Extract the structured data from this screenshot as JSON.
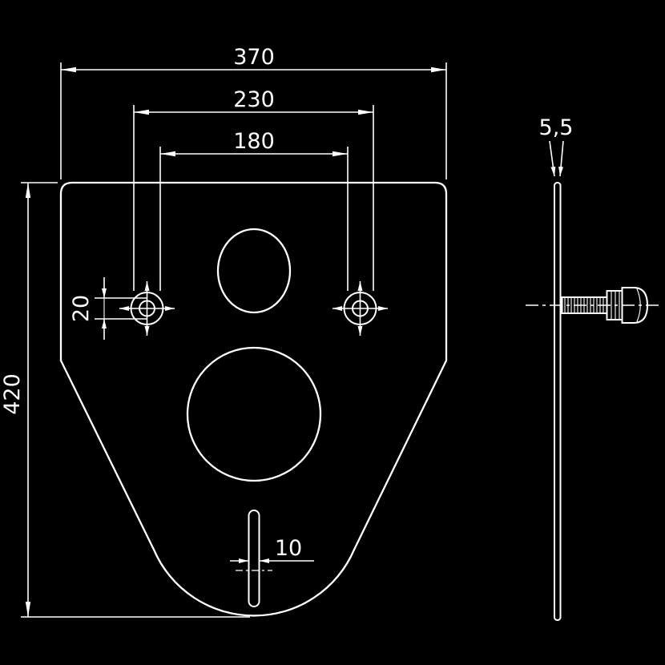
{
  "drawing": {
    "type": "technical-dimension-drawing",
    "subject": "mounting-plate-with-holes-front-and-side-view",
    "colors": {
      "background": "#000000",
      "lines": "#ffffff"
    },
    "front_view": {
      "width_label": "370",
      "outer_hole_spacing_label": "230",
      "inner_hole_spacing_label": "180",
      "height_label": "420",
      "hole_offset_label": "20",
      "slot_width_label": "10"
    },
    "side_view": {
      "thickness_label": "5,5"
    }
  }
}
